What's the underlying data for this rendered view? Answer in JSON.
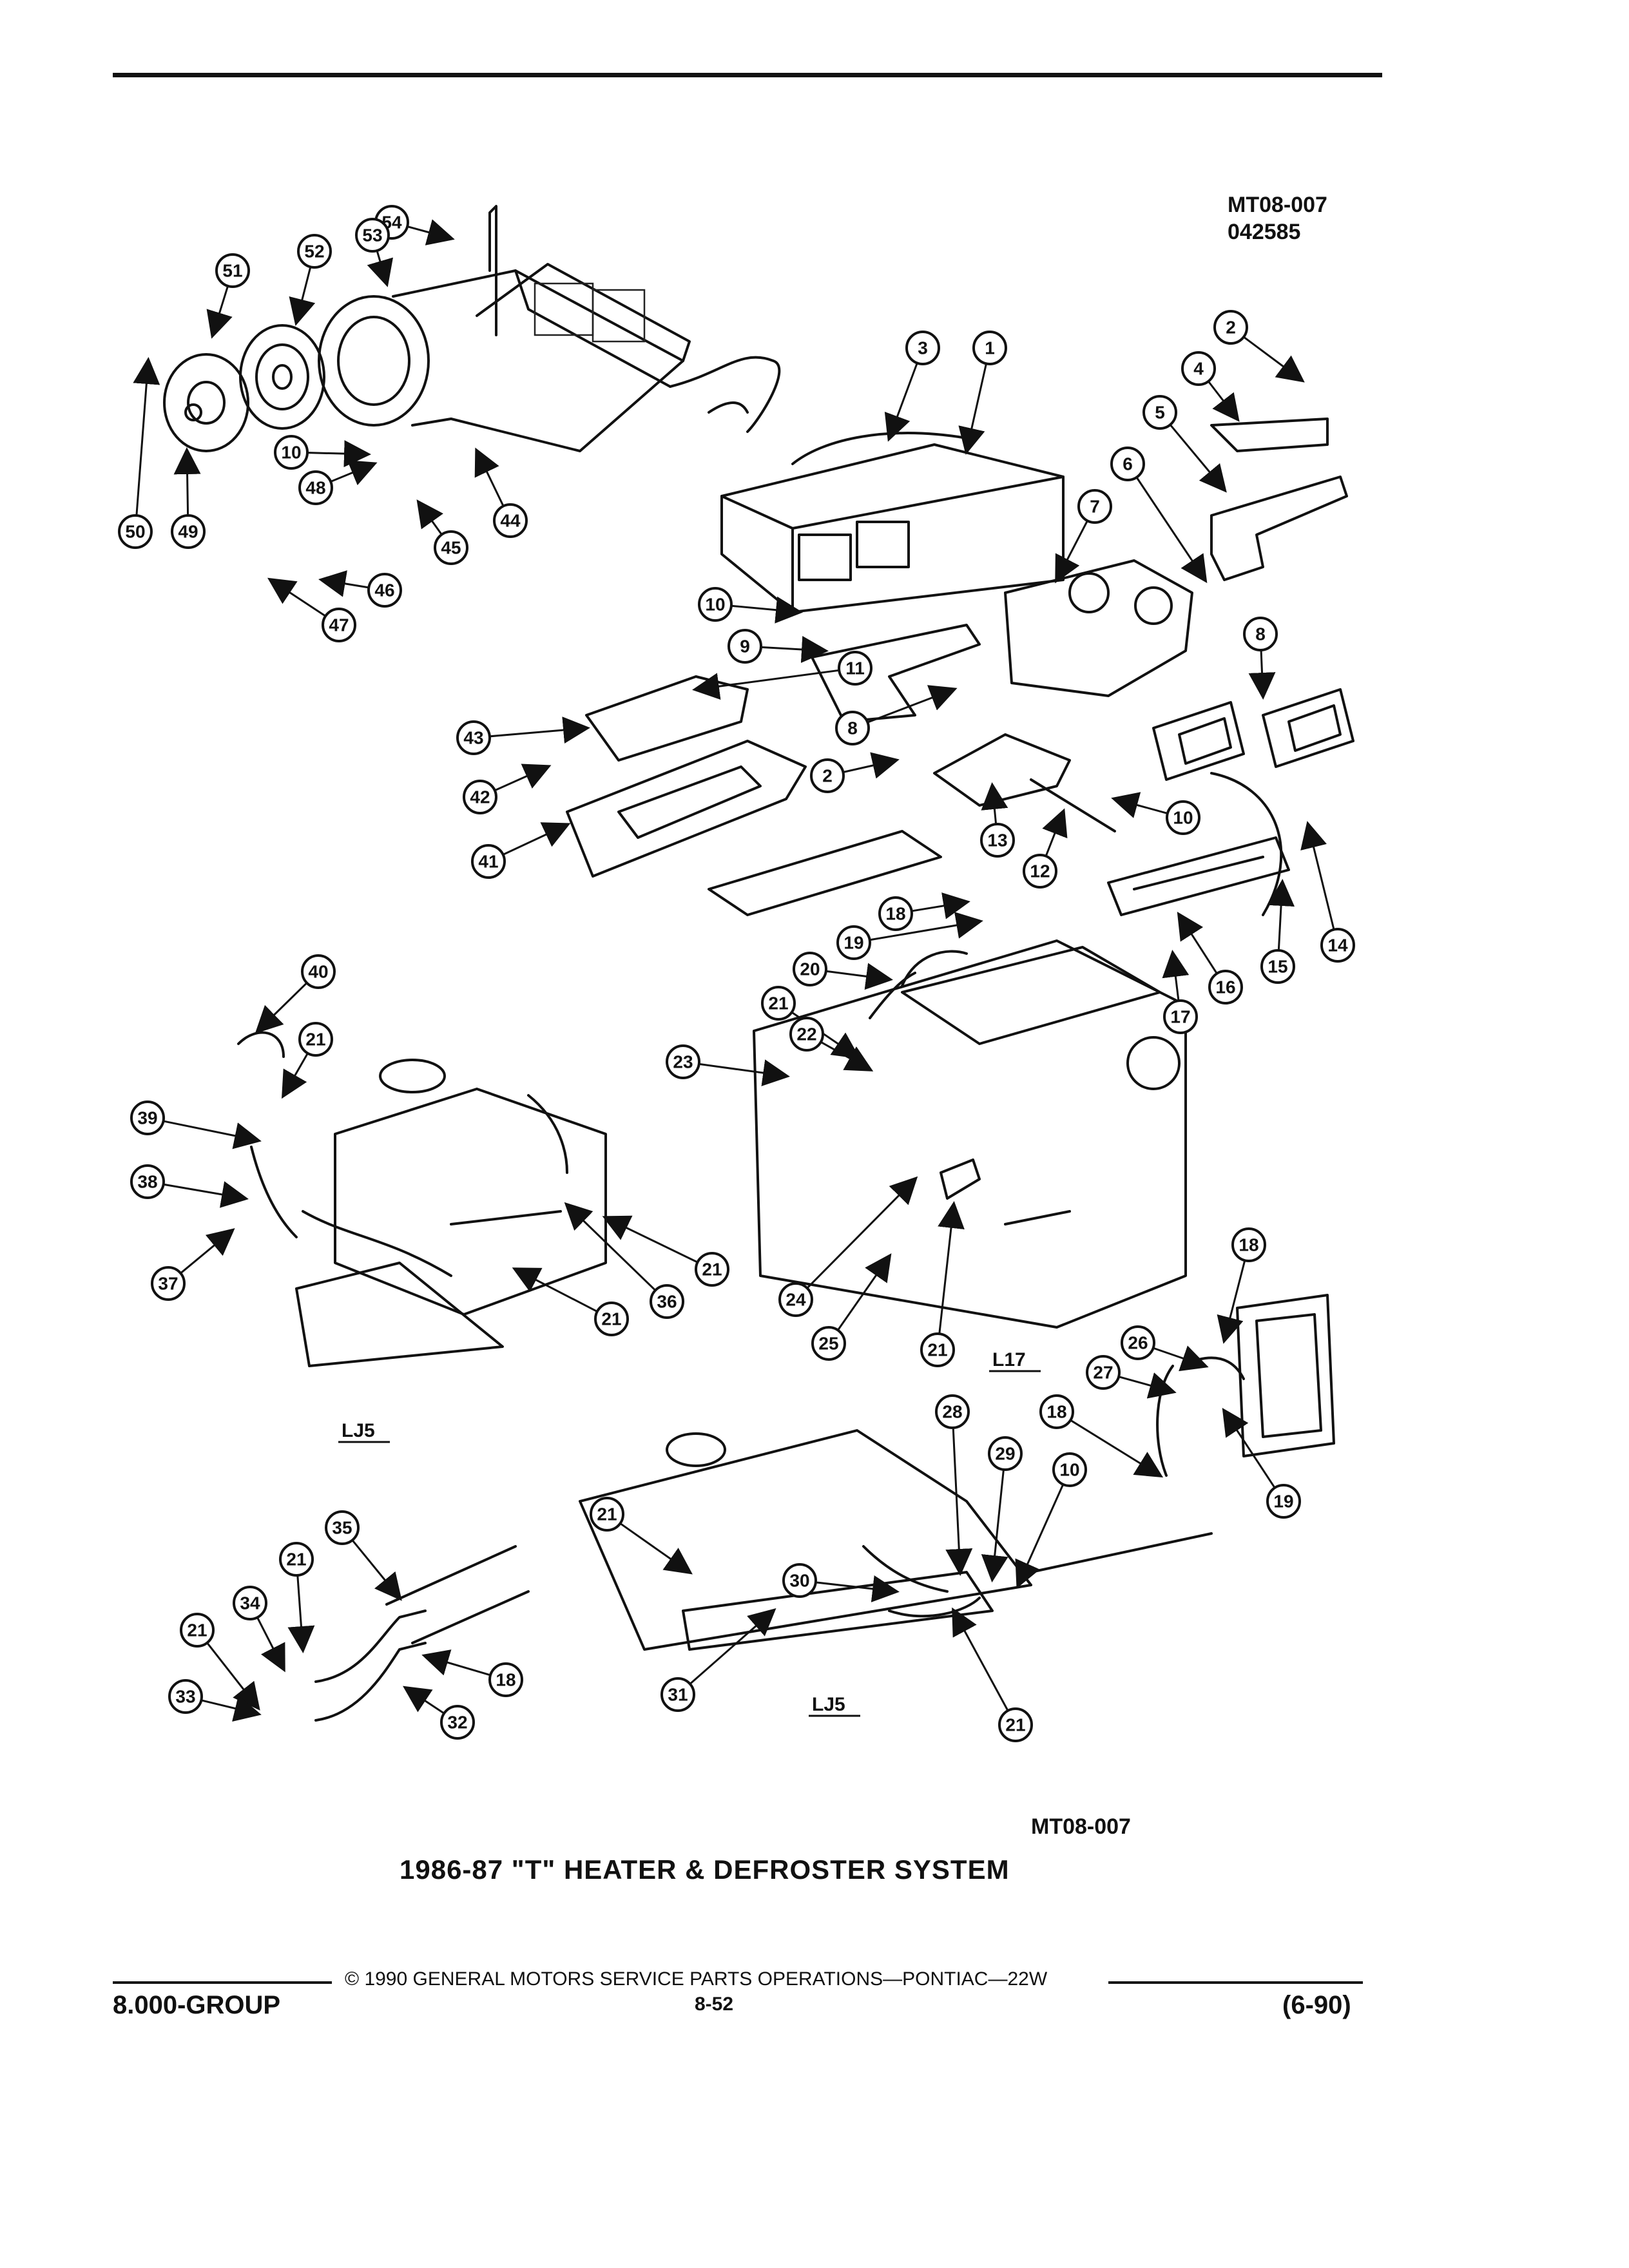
{
  "page": {
    "figure_ref": "MT08-007",
    "date_code": "042585",
    "title": "1986-87 \"T\" HEATER & DEFROSTER SYSTEM"
  },
  "footer": {
    "copyright": "© 1990 GENERAL MOTORS SERVICE PARTS OPERATIONS—PONTIAC—22W",
    "group": "8.000-GROUP",
    "page": "8-52",
    "revision": "(6-90)"
  },
  "engine_labels": [
    "L17",
    "LJ5",
    "LJ5"
  ],
  "callouts": [
    "54",
    "53",
    "52",
    "51",
    "50",
    "49",
    "48",
    "47",
    "46",
    "45",
    "44",
    "10",
    "3",
    "1",
    "2",
    "4",
    "5",
    "6",
    "7",
    "10",
    "9",
    "8",
    "11",
    "8",
    "43",
    "42",
    "41",
    "2",
    "13",
    "12",
    "10",
    "18",
    "19",
    "14",
    "15",
    "16",
    "17",
    "20",
    "21",
    "22",
    "23",
    "40",
    "21",
    "39",
    "38",
    "37",
    "36",
    "21",
    "21",
    "24",
    "25",
    "21",
    "18",
    "26",
    "27",
    "19",
    "28",
    "29",
    "10",
    "18",
    "21",
    "30",
    "31",
    "21",
    "35",
    "21",
    "34",
    "21",
    "18",
    "33",
    "32"
  ]
}
